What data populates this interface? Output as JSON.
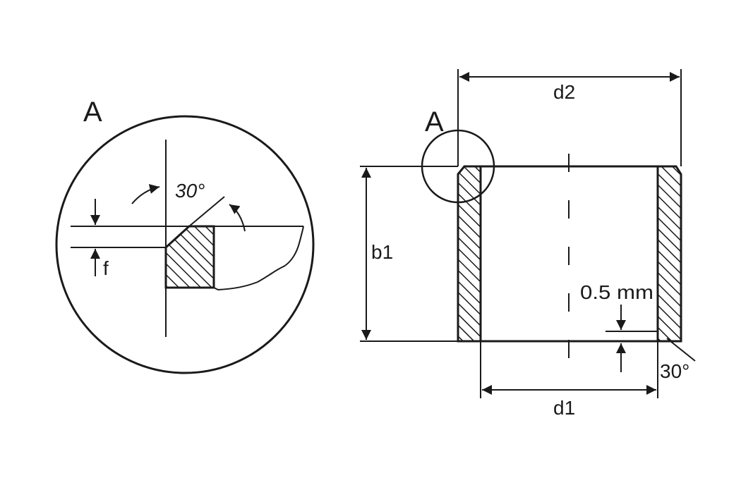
{
  "detail": {
    "label": "A",
    "angle_label": "30°",
    "f_label": "f"
  },
  "main_view": {
    "label": "A",
    "d2_label": "d2",
    "d1_label": "d1",
    "b1_label": "b1",
    "chamfer_label": "0.5 mm",
    "angle_label": "30°"
  },
  "colors": {
    "line": "#1a1a1a",
    "background": "#ffffff"
  }
}
